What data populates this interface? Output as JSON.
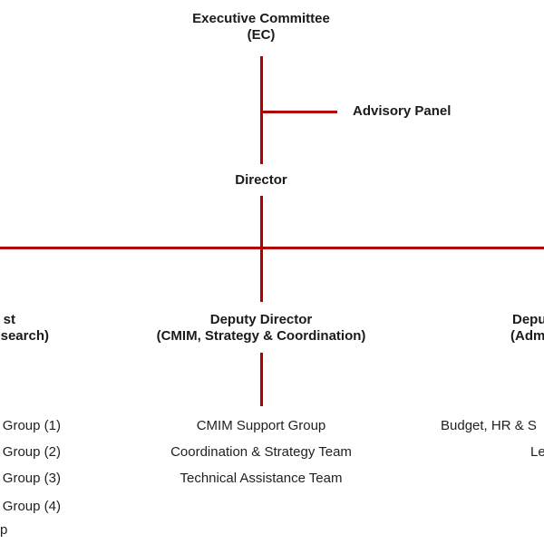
{
  "chart": {
    "accent_color": "#b00000",
    "executive_committee": {
      "line1": "Executive Committee",
      "line2": "(EC)"
    },
    "advisory_panel": "Advisory Panel",
    "director": "Director",
    "deputy_left": {
      "line1": "st",
      "line2": "search)"
    },
    "deputy_center": {
      "line1": "Deputy Director",
      "line2": "(CMIM, Strategy & Coordination)"
    },
    "deputy_right": {
      "line1": "Depu",
      "line2": "(Adm"
    },
    "left_items": [
      "Group (1)",
      "Group (2)",
      "Group (3)",
      "Group (4)",
      "p"
    ],
    "center_items": [
      "CMIM Support Group",
      "Coordination & Strategy Team",
      "Technical Assistance Team"
    ],
    "right_items": [
      "Budget, HR & S",
      "Le"
    ]
  }
}
